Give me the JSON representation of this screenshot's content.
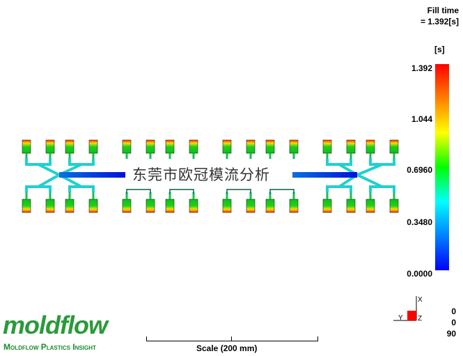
{
  "header": {
    "title": "Fill time",
    "value": "= 1.392[s]",
    "unit": "[s]"
  },
  "legend": {
    "labels": [
      "1.392",
      "1.044",
      "0.6960",
      "0.3480",
      "0.0000"
    ],
    "colors": [
      "#ff0000",
      "#ffff00",
      "#00ff00",
      "#00ffff",
      "#0000ff"
    ]
  },
  "watermark": "东莞市欧冠模流分析",
  "logo": {
    "brand": "moldflow",
    "subtitle": "Moldflow Plastics Insight"
  },
  "scale": {
    "label": "Scale (200 mm)"
  },
  "triad": {
    "x": "X",
    "y": "Y",
    "z": "Z"
  },
  "rotation": [
    "0",
    "0",
    "90"
  ]
}
